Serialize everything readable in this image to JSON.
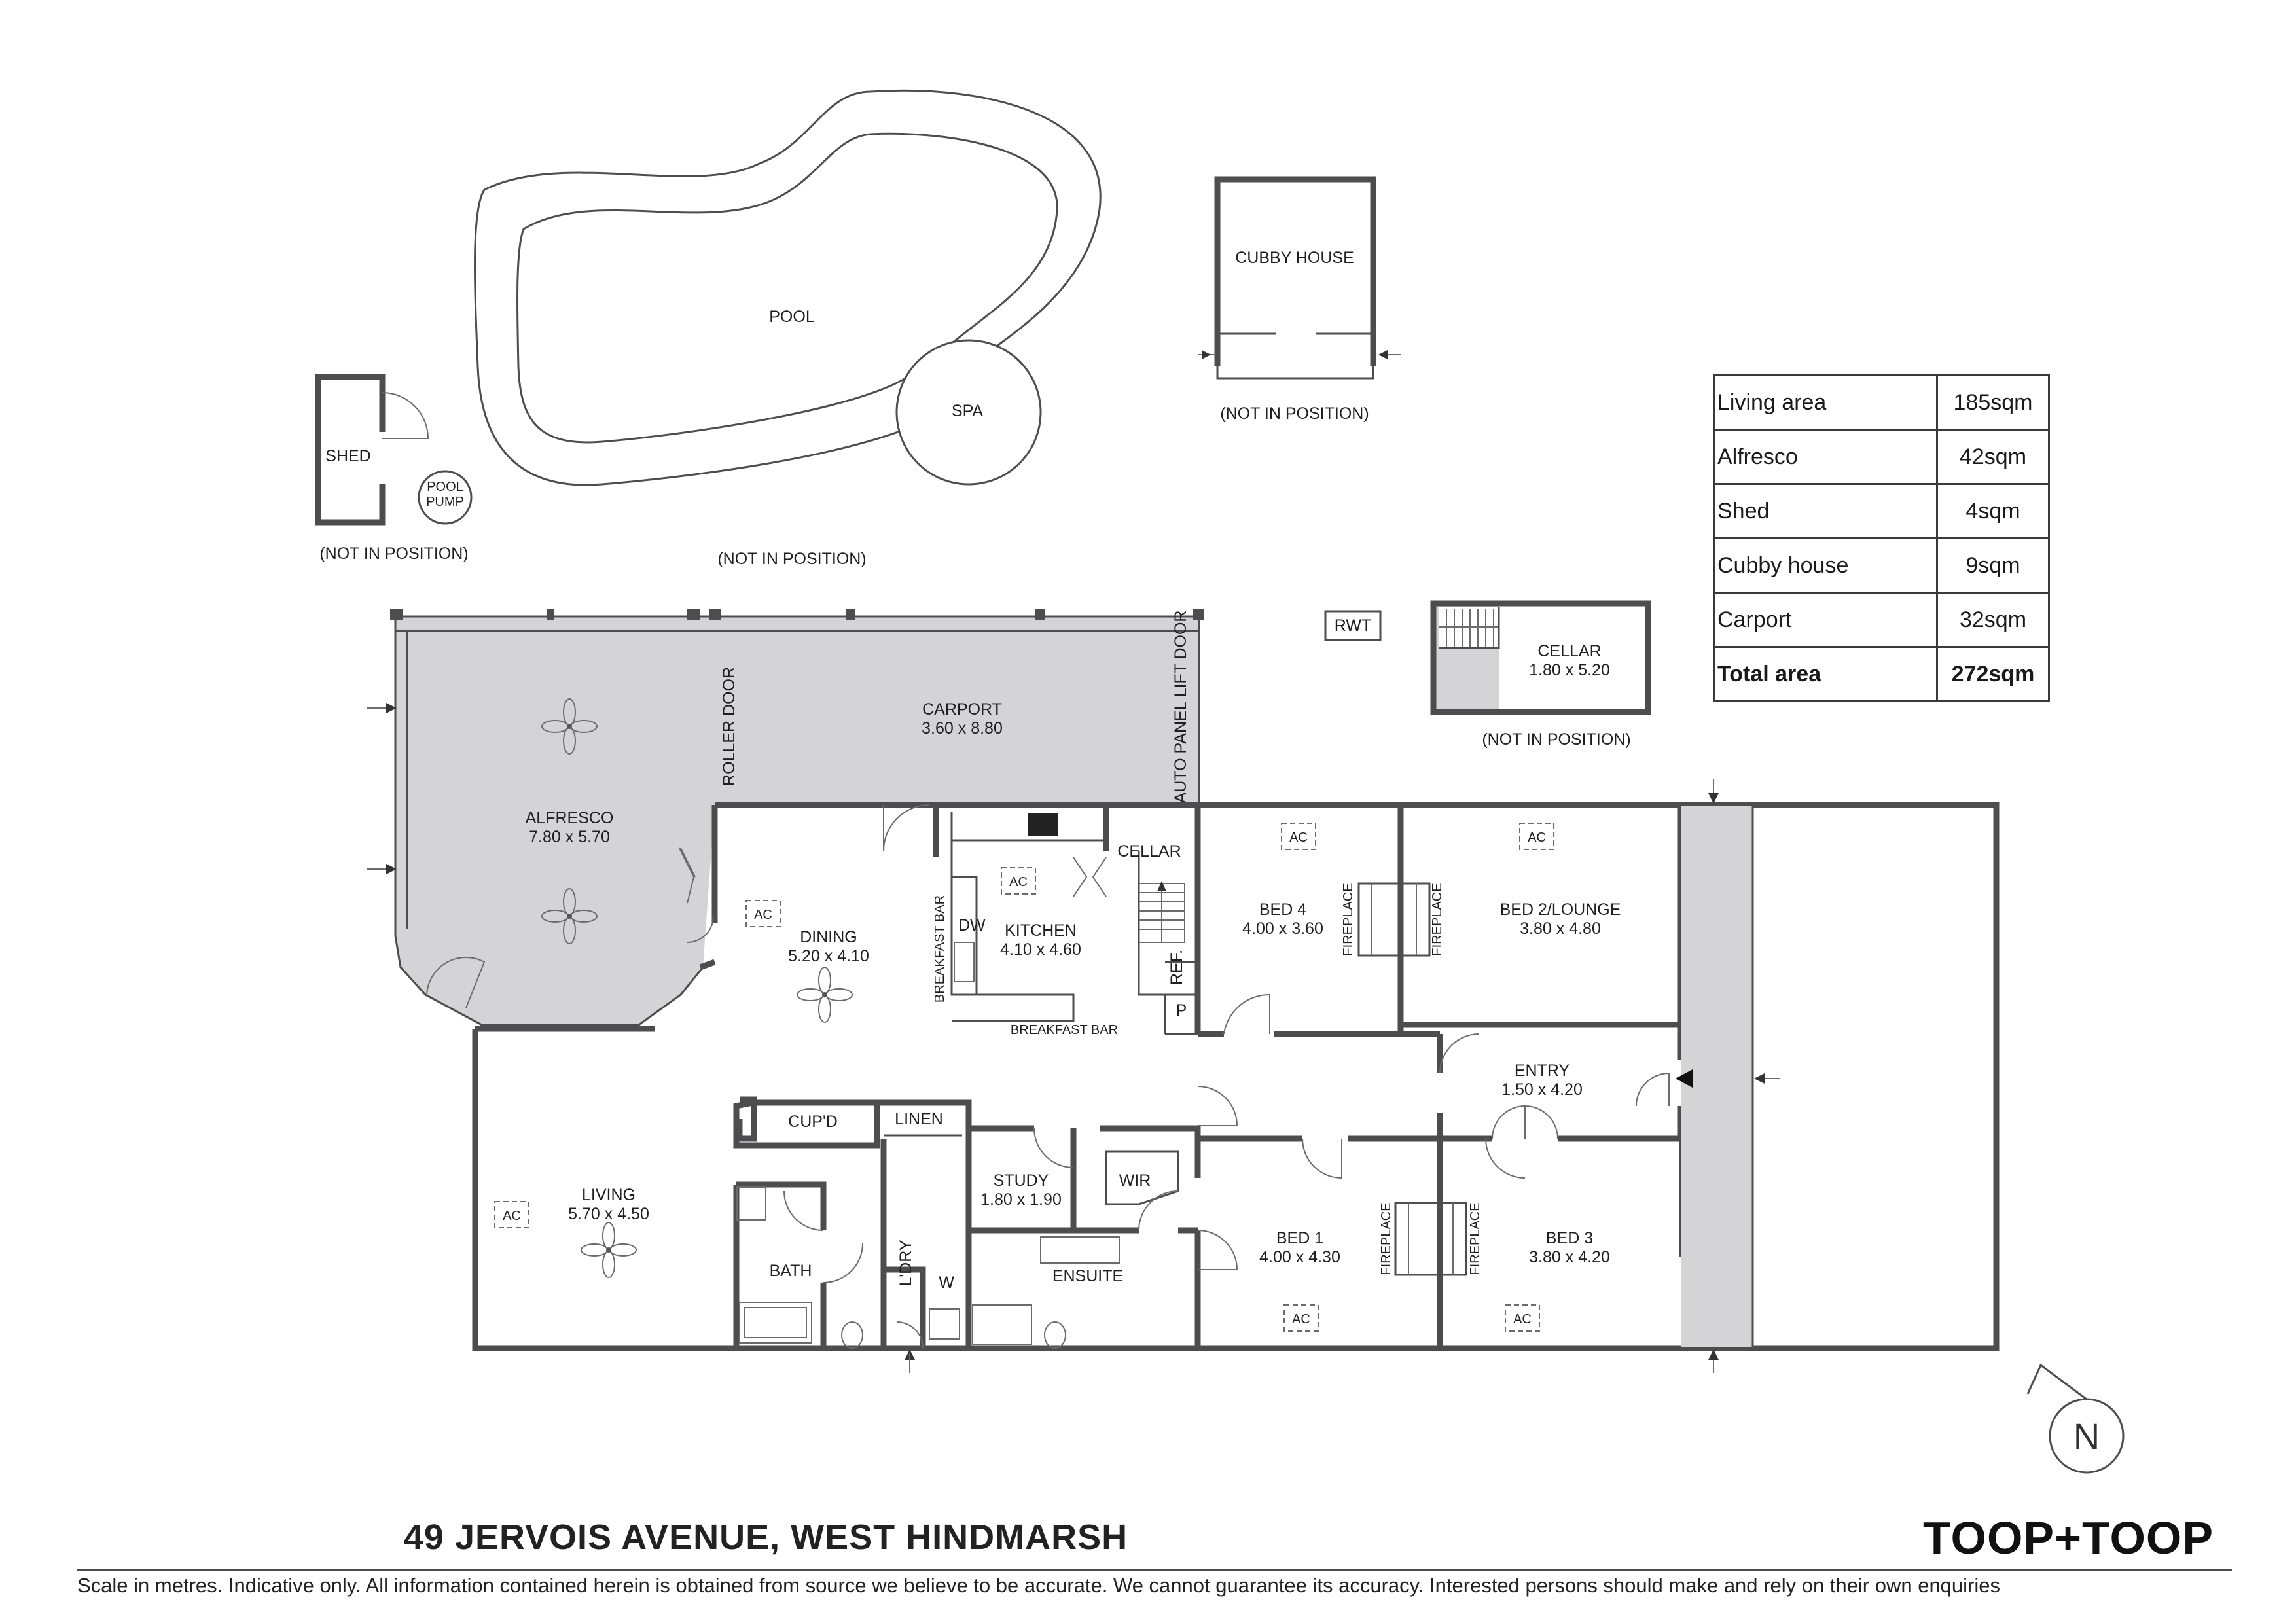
{
  "rooms": {
    "pool": "POOL",
    "spa": "SPA",
    "shed": "SHED",
    "pool_pump": [
      "POOL",
      "PUMP"
    ],
    "cubby_house": "CUBBY HOUSE",
    "rwt": "RWT",
    "cellar_outside": {
      "name": "CELLAR",
      "size": "1.80 x 5.20"
    },
    "alfresco": {
      "name": "ALFRESCO",
      "size": "7.80 x 5.70"
    },
    "carport": {
      "name": "CARPORT",
      "size": "3.60 x 8.80"
    },
    "roller_door": "ROLLER DOOR",
    "auto_door": "AUTO PANEL LIFT DOOR",
    "dining": {
      "name": "DINING",
      "size": "5.20 x 4.10"
    },
    "kitchen": {
      "name": "KITCHEN",
      "size": "4.10 x 4.60"
    },
    "cellar_inside": "CELLAR",
    "bed4": {
      "name": "BED 4",
      "size": "4.00 x 3.60"
    },
    "bed2": {
      "name": "BED 2/LOUNGE",
      "size": "3.80 x 4.80"
    },
    "entry": {
      "name": "ENTRY",
      "size": "1.50 x 4.20"
    },
    "living": {
      "name": "LIVING",
      "size": "5.70 x 4.50"
    },
    "cupd": "CUP'D",
    "linen": "LINEN",
    "study": {
      "name": "STUDY",
      "size": "1.80 x 1.90"
    },
    "wir": "WIR",
    "bath": "BATH",
    "ldry": "L'DRY",
    "w": "W",
    "ensuite": "ENSUITE",
    "bed1": {
      "name": "BED 1",
      "size": "4.00 x 4.30"
    },
    "bed3": {
      "name": "BED 3",
      "size": "3.80 x 4.20"
    },
    "dw": "DW",
    "ref": "REF.",
    "p": "P",
    "breakfast_bar": "BREAKFAST BAR",
    "fireplace": "FIREPLACE",
    "ac": "AC",
    "not_in_position": "(NOT IN POSITION)"
  },
  "compass": "N",
  "area_table": [
    {
      "label": "Living area",
      "value": "185sqm"
    },
    {
      "label": "Alfresco",
      "value": "42sqm"
    },
    {
      "label": "Shed",
      "value": "4sqm"
    },
    {
      "label": "Cubby house",
      "value": "9sqm"
    },
    {
      "label": "Carport",
      "value": "32sqm"
    },
    {
      "label": "Total area",
      "value": "272sqm"
    }
  ],
  "address": "49 JERVOIS AVENUE, WEST HINDMARSH",
  "brand": "TOOP+TOOP",
  "disclaimer": "Scale in metres. Indicative only. All information contained herein is obtained from source we believe to be accurate. We cannot guarantee its accuracy. Interested persons should make and rely on their own enquiries",
  "colors": {
    "wall": "#4d4d4f",
    "shade": "#d4d4d6"
  }
}
